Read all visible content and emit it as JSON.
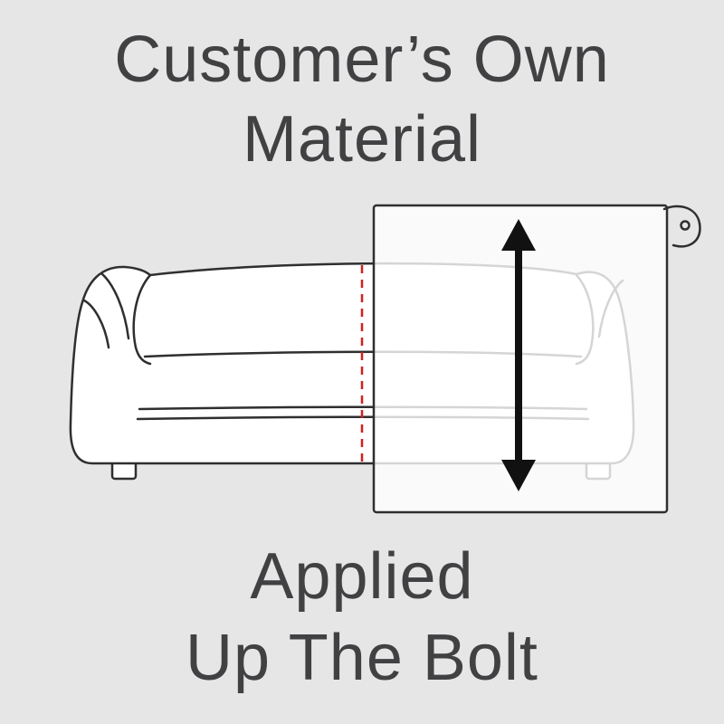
{
  "page": {
    "background": "#e6e6e6",
    "text_color": "#414042"
  },
  "titles": {
    "top_line1": "Customer’s Own",
    "top_line2": "Material",
    "bottom_line1": "Applied",
    "bottom_line2": "Up The Bolt"
  },
  "diagram": {
    "description": "Line drawing of a sofa overlaid by a translucent fabric bolt panel with a vertical double-headed arrow showing fabric applied up the bolt, and a red dashed cut line",
    "line_color": "#2f2f2f",
    "accent_red": "#d02020",
    "arrow_color": "#111111",
    "fabric_fill": "rgba(255,255,255,0.8)",
    "icons": [
      "sofa-illustration",
      "fabric-bolt-panel",
      "fabric-roll-icon",
      "vertical-double-arrow-icon",
      "cut-dashed-line"
    ]
  }
}
